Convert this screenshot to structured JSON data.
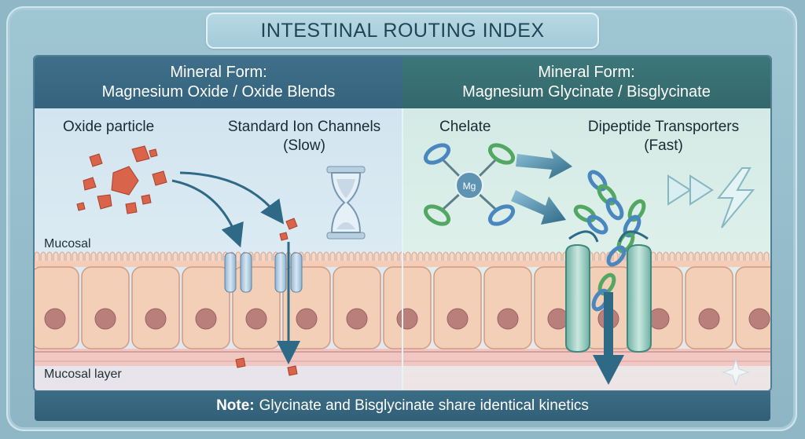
{
  "title": "INTESTINAL ROUTING INDEX",
  "left": {
    "header_line1": "Mineral Form:",
    "header_line2": "Magnesium Oxide / Oxide Blends",
    "particle_label": "Oxide particle",
    "channel_label_line1": "Standard Ion Channels",
    "channel_label_line2": "(Slow)"
  },
  "right": {
    "header_line1": "Mineral Form:",
    "header_line2": "Magnesium Glycinate / Bisglycinate",
    "chelate_label": "Chelate",
    "chelate_center": "Mg",
    "transporter_label_line1": "Dipeptide Transporters",
    "transporter_label_line2": "(Fast)"
  },
  "mucosal_label": "Mucosal",
  "mucosal_layer_label": "Mucosal layer",
  "note": {
    "prefix": "Note:",
    "text": "Glycinate and Bisglycinate share identical kinetics"
  },
  "colors": {
    "left_header": "#3a6a84",
    "right_header": "#37706f",
    "cell_fill": "#f3cfb8",
    "nucleus": "#b97f7b",
    "oxide": "#d9644a",
    "chain_green": "#52a862",
    "chain_blue": "#4a87c0",
    "arrow": "#2e6985"
  }
}
